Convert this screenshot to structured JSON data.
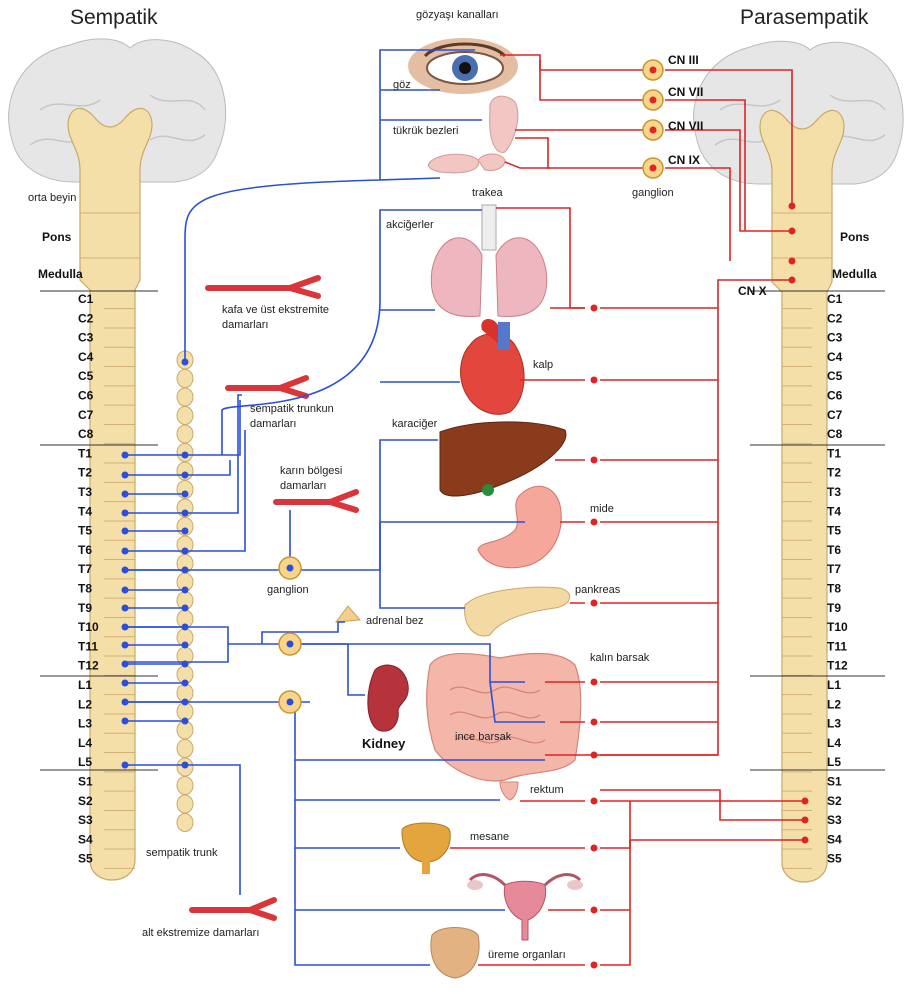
{
  "titles": {
    "left": "Sempatik",
    "right": "Parasempatik"
  },
  "brain_labels": {
    "midbrain": "orta beyin",
    "pons_left": "Pons",
    "medulla_left": "Medulla",
    "pons_right": "Pons",
    "medulla_right": "Medulla"
  },
  "segments": [
    "C1",
    "C2",
    "C3",
    "C4",
    "C5",
    "C6",
    "C7",
    "C8",
    "T1",
    "T2",
    "T3",
    "T4",
    "T5",
    "T6",
    "T7",
    "T8",
    "T9",
    "T10",
    "T11",
    "T12",
    "L1",
    "L2",
    "L3",
    "L4",
    "L5",
    "S1",
    "S2",
    "S3",
    "S4",
    "S5"
  ],
  "cranial_nerves": [
    "CN III",
    "CN VII",
    "CN VII",
    "CN IX"
  ],
  "labels": {
    "lacrimal": "gözyaşı kanalları",
    "eye": "göz",
    "salivary": "tükrük bezleri",
    "ganglion_top": "ganglion",
    "trachea": "trakea",
    "lungs": "akciğerler",
    "cn_x": "CN X",
    "head_vessels": "kafa ve üst ekstremite damarları",
    "trunk_vessels": "sempatik trunkun damarları",
    "heart": "kalp",
    "liver": "karaciğer",
    "abdominal_vessels": "karın bölgesi damarları",
    "stomach": "mide",
    "ganglion_mid": "ganglion",
    "pancreas": "pankreas",
    "adrenal": "adrenal bez",
    "large_intestine": "kalın barsak",
    "kidney": "Kidney",
    "small_intestine": "ince barsak",
    "rectum": "rektum",
    "bladder": "mesane",
    "sympathetic_trunk": "sempatik trunk",
    "lower_vessels": "alt ekstremize damarları",
    "reproductive": "üreme organları"
  },
  "colors": {
    "sympathetic": "#2b4fd9",
    "parasympathetic": "#e02424",
    "cord": "#f5dfa8",
    "brain": "#e6e6e6"
  }
}
